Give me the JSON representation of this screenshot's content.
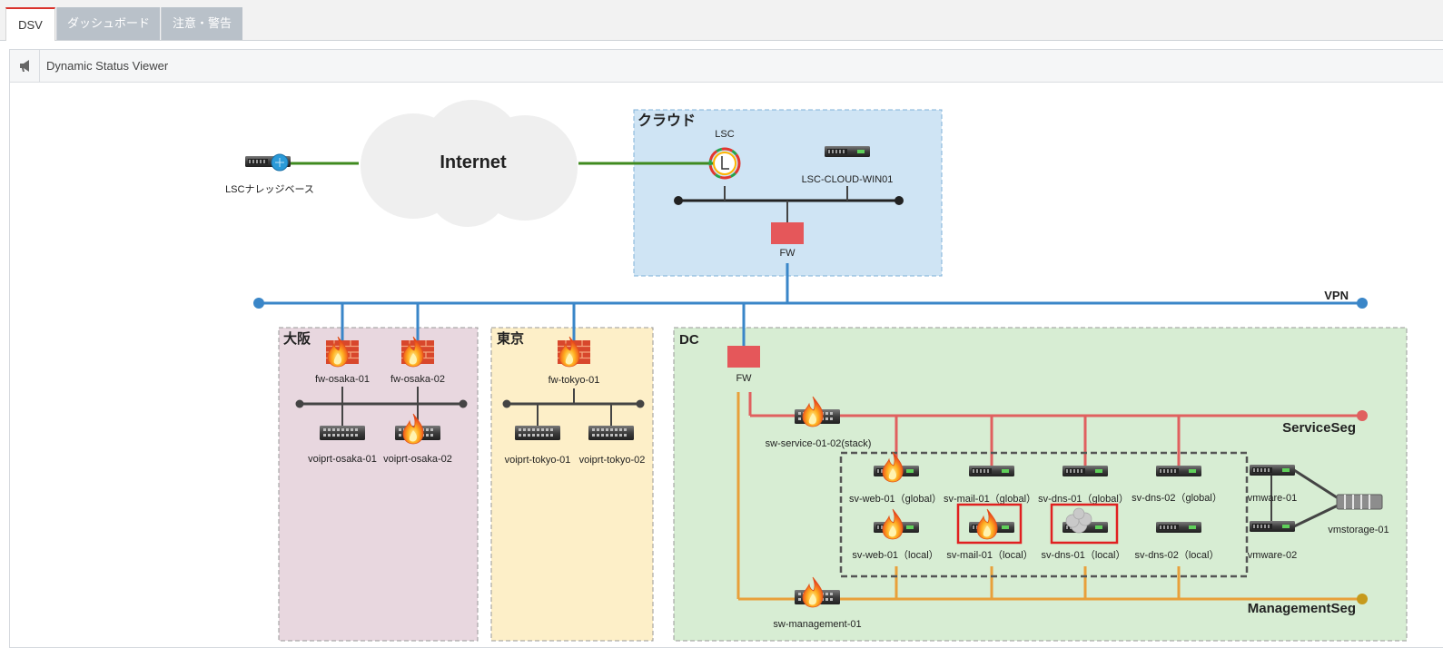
{
  "tabs": [
    {
      "label": "DSV",
      "active": true
    },
    {
      "label": "ダッシュボード",
      "active": false
    },
    {
      "label": "注意・警告",
      "active": false
    }
  ],
  "panel": {
    "title": "Dynamic Status Viewer",
    "icon": "megaphone-icon"
  },
  "diagram": {
    "internet_label": "Internet",
    "knowledge_base_label": "LSCナレッジベース",
    "cloud": {
      "title": "クラウド",
      "lsc_label": "LSC",
      "server_label": "LSC-CLOUD-WIN01",
      "fw_label": "FW"
    },
    "vpn_label": "VPN",
    "osaka": {
      "title": "大阪",
      "fw1": "fw-osaka-01",
      "fw2": "fw-osaka-02",
      "sw1": "voiprt-osaka-01",
      "sw2": "voiprt-osaka-02"
    },
    "tokyo": {
      "title": "東京",
      "fw1": "fw-tokyo-01",
      "sw1": "voiprt-tokyo-01",
      "sw2": "voiprt-tokyo-02"
    },
    "dc": {
      "title": "DC",
      "fw_label": "FW",
      "service_seg": "ServiceSeg",
      "management_seg": "ManagementSeg",
      "sw_service": "sw-service-01-02(stack)",
      "sw_management": "sw-management-01",
      "servers_global": [
        "sv-web-01（global）",
        "sv-mail-01（global）",
        "sv-dns-01（global）",
        "sv-dns-02（global）"
      ],
      "servers_local": [
        "sv-web-01（local）",
        "sv-mail-01（local）",
        "sv-dns-01（local）",
        "sv-dns-02（local）"
      ],
      "vmware1": "vmware-01",
      "vmware2": "vmware-02",
      "storage": "vmstorage-01"
    }
  },
  "colors": {
    "cloud_fill": "#cfe4f4",
    "osaka_fill": "#e8d7df",
    "tokyo_fill": "#fdefc8",
    "dc_fill": "#d7edd3",
    "vpn_line": "#3a86c8",
    "service_line": "#e0605f",
    "management_line": "#e8a03a",
    "internet_line": "#3f8a1f",
    "fw_box": "#e5575a",
    "alert_frame": "#e02020",
    "tab_accent": "#d9312b"
  }
}
